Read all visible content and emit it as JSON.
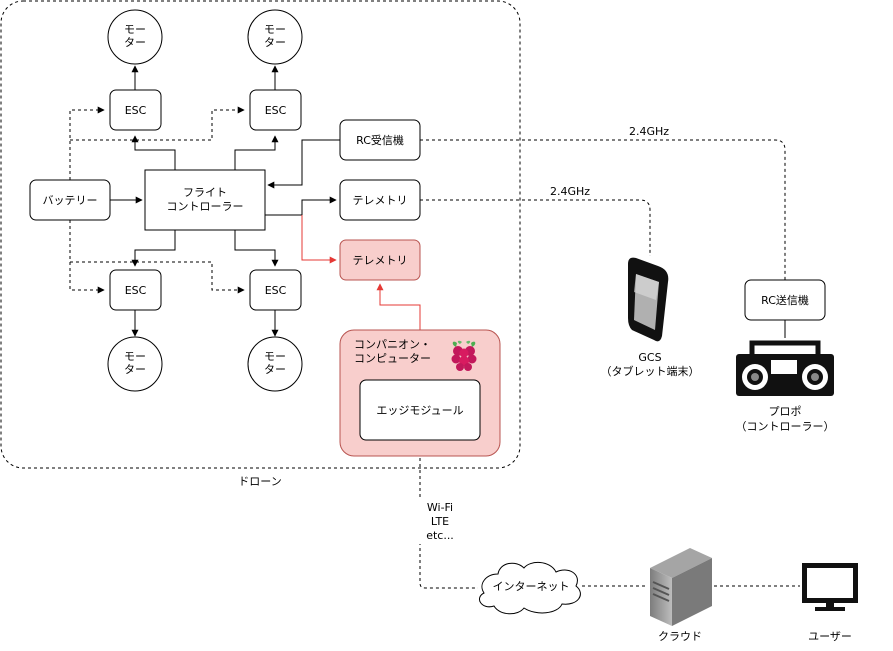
{
  "drone": {
    "label": "ドローン",
    "motor_label": "モー\nター",
    "esc_label": "ESC",
    "battery_label": "バッテリー",
    "fc_label": "フライト\nコントローラー",
    "rc_receiver_label": "RC受信機",
    "telemetry_label": "テレメトリ",
    "telemetry_companion_label": "テレメトリ",
    "companion_label": "コンパニオン・\nコンピューター",
    "edge_module_label": "エッジモジュール"
  },
  "links": {
    "rc_freq": "2.4GHz",
    "telemetry_freq": "2.4GHz",
    "network_label": "Wi-Fi\nLTE\netc..."
  },
  "ground": {
    "gcs_label": "GCS\n（タブレット端末）",
    "rc_transmitter_label": "RC送信機",
    "propo_label": "プロポ\n（コントローラー）",
    "internet_label": "インターネット",
    "cloud_label": "クラウド",
    "user_label": "ユーザー"
  },
  "icons": {
    "raspberry": "raspberry-pi-icon",
    "tablet": "tablet-icon",
    "controller": "rc-controller-icon",
    "server": "server-icon",
    "monitor": "monitor-icon",
    "cloud": "cloud-icon"
  },
  "colors": {
    "companion_fill": "#f8cecc",
    "companion_stroke": "#b85450",
    "red_link": "#e53935"
  }
}
